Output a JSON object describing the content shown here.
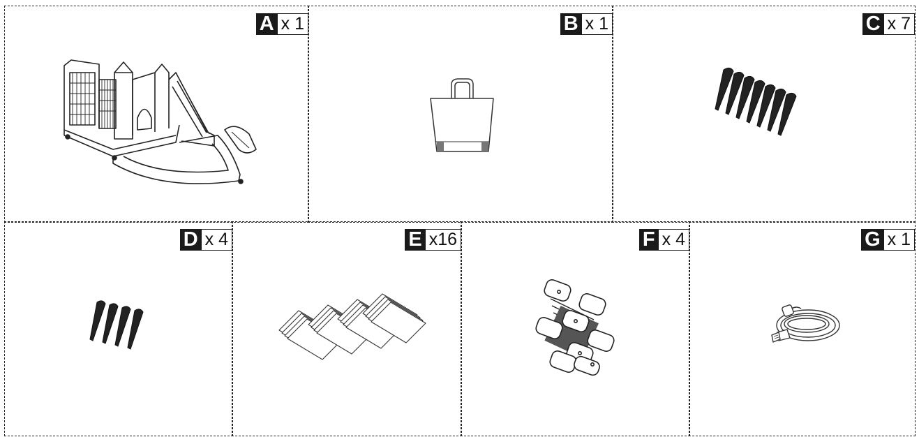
{
  "parts": [
    {
      "letter": "A",
      "quantity": "x 1",
      "icon": "inflatable-bounce-house-icon"
    },
    {
      "letter": "B",
      "quantity": "x 1",
      "icon": "storage-bag-icon"
    },
    {
      "letter": "C",
      "quantity": "x 7",
      "icon": "ground-stakes-icon"
    },
    {
      "letter": "D",
      "quantity": "x 4",
      "icon": "ground-stakes-icon"
    },
    {
      "letter": "E",
      "quantity": "x16",
      "icon": "repair-patches-icon"
    },
    {
      "letter": "F",
      "quantity": "x 4",
      "icon": "sandbags-icon"
    },
    {
      "letter": "G",
      "quantity": "x 1",
      "icon": "water-hose-icon"
    }
  ]
}
